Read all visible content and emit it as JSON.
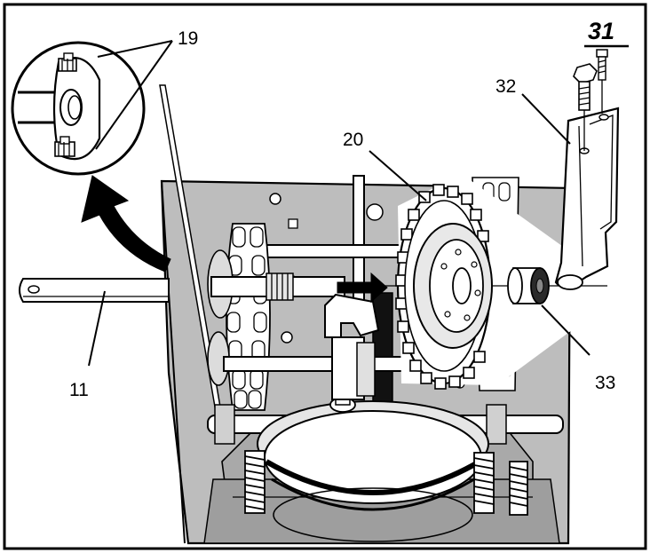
{
  "figure": {
    "number": "31",
    "callouts": {
      "c11": "11",
      "c19": "19",
      "c20": "20",
      "c32": "32",
      "c33": "33"
    }
  },
  "colors": {
    "housing_fill": "#bdbdbd",
    "ink": "#000000",
    "paper": "#ffffff"
  }
}
